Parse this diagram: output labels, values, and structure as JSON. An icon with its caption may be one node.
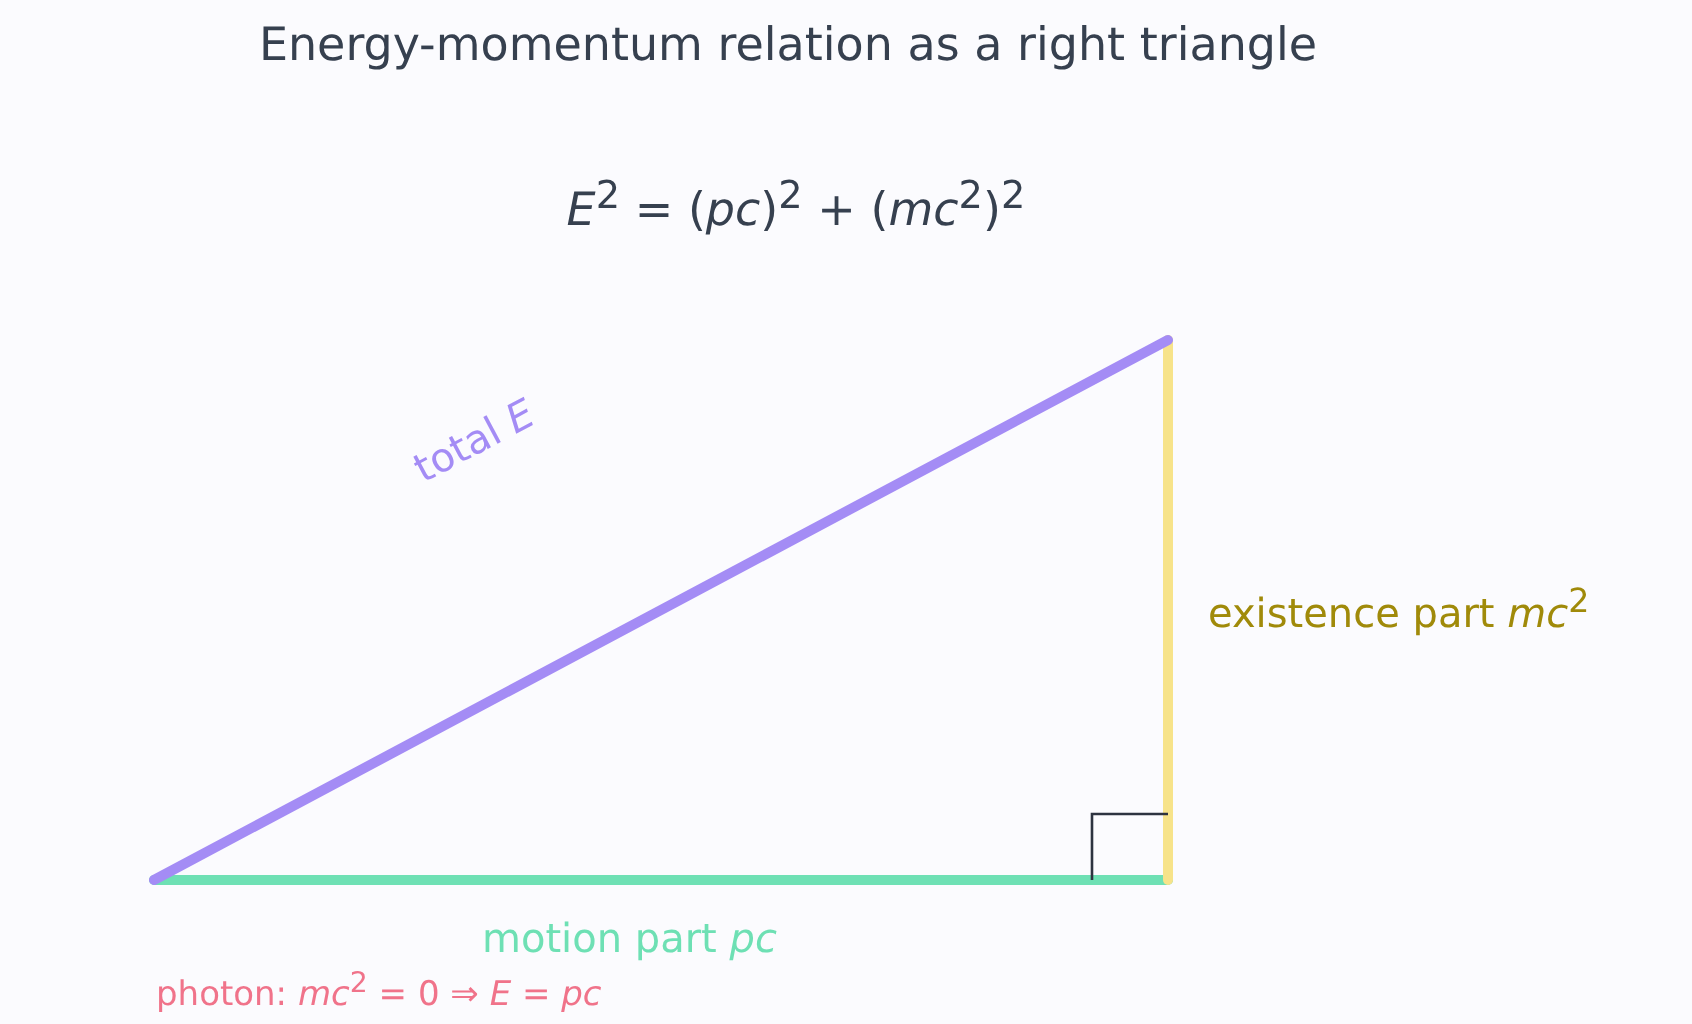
{
  "diagram": {
    "title": "Energy-momentum relation as a right triangle",
    "labels": [
      "*E*$^{2}$ = (*pc*)$^{2}$ + (*mc*$^{2}$)$^{2}$",
      "total  *E*",
      "existence part  *mc*$^{2}$",
      "motion part  *pc*",
      "photon: *mc*$^{2}$ = 0 ⇒ *E* = *pc*"
    ]
  }
}
